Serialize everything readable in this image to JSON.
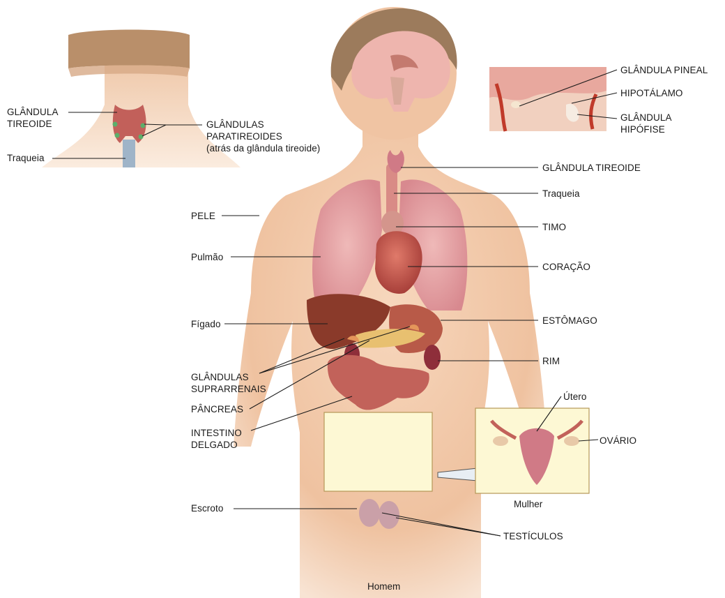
{
  "neck_inset": {
    "thyroid": [
      "GLÂNDULA",
      "TIREOIDE"
    ],
    "parathyroids": [
      "GLÂNDULAS",
      "PARATIREOIDES",
      "(atrás da glândula tireoide)"
    ],
    "trachea": "Traqueia"
  },
  "brain_inset": {
    "pineal": "GLÂNDULA PINEAL",
    "hypothalamus": "HIPOTÁLAMO",
    "pituitary": [
      "GLÂNDULA",
      "HIPÓFISE"
    ]
  },
  "body_right": {
    "thyroid": "GLÂNDULA TIREOIDE",
    "trachea": "Traqueia",
    "thymus": "TIMO",
    "heart": "CORAÇÃO",
    "stomach": "ESTÔMAGO",
    "kidney": "RIM"
  },
  "body_left": {
    "skin": "PELE",
    "lung": "Pulmão",
    "liver": "Fígado",
    "adrenal": [
      "GLÂNDULAS",
      "SUPRARRENAIS"
    ],
    "pancreas": "PÂNCREAS",
    "intestine": [
      "INTESTINO",
      "DELGADO"
    ],
    "scrotum": "Escroto"
  },
  "female_inset": {
    "uterus": "Útero",
    "ovary": "OVÁRIO",
    "caption": "Mulher"
  },
  "testes": "TESTÍCULOS",
  "male_caption": "Homem",
  "colors": {
    "skin": "#f3c8a8",
    "organ_red": "#b8524a",
    "lung_pink": "#e8a6a8",
    "liver": "#8a3a2a",
    "inset_panel": "#fdf8d4",
    "leader_line": "#1a1a1a"
  }
}
